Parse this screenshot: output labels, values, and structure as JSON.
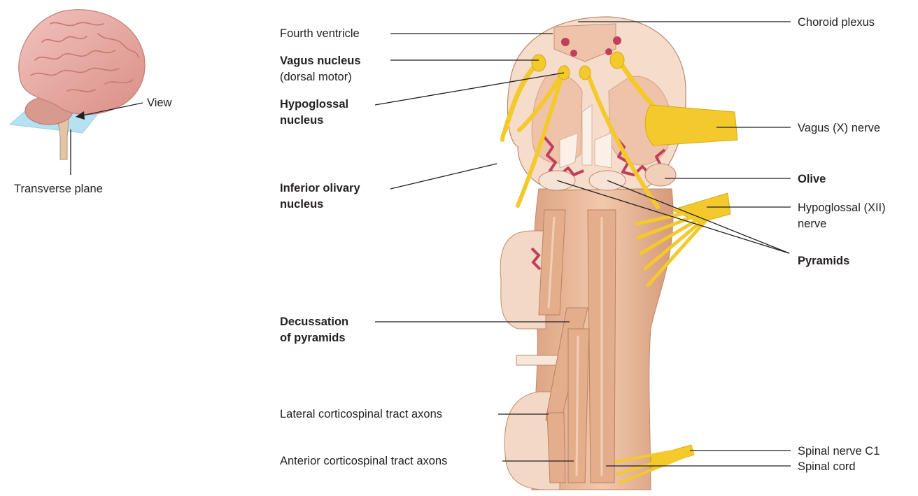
{
  "inset": {
    "view_label": "View",
    "plane_label": "Transverse plane"
  },
  "labels": {
    "fourth_ventricle": "Fourth ventricle",
    "vagus_nucleus": "Vagus nucleus",
    "vagus_nucleus_sub": "(dorsal motor)",
    "hypoglossal_nucleus_1": "Hypoglossal",
    "hypoglossal_nucleus_2": "nucleus",
    "inferior_olivary_1": "Inferior olivary",
    "inferior_olivary_2": "nucleus",
    "decussation_1": "Decussation",
    "decussation_2": "of pyramids",
    "lateral_tract": "Lateral corticospinal tract axons",
    "anterior_tract": "Anterior corticospinal tract axons",
    "choroid_plexus": "Choroid plexus",
    "vagus_nerve": "Vagus (X) nerve",
    "olive": "Olive",
    "hypoglossal_nerve_1": "Hypoglossal (XII)",
    "hypoglossal_nerve_2": "nerve",
    "pyramids": "Pyramids",
    "spinal_nerve": "Spinal nerve C1",
    "spinal_cord": "Spinal cord"
  },
  "colors": {
    "tissue": "#e9b998",
    "tissue_light": "#f5d9c4",
    "nerve": "#f3c92b",
    "nucleus_red": "#c0405c",
    "plane_blue": "#a9dcef",
    "brain_pink": "#e7a7a0"
  }
}
